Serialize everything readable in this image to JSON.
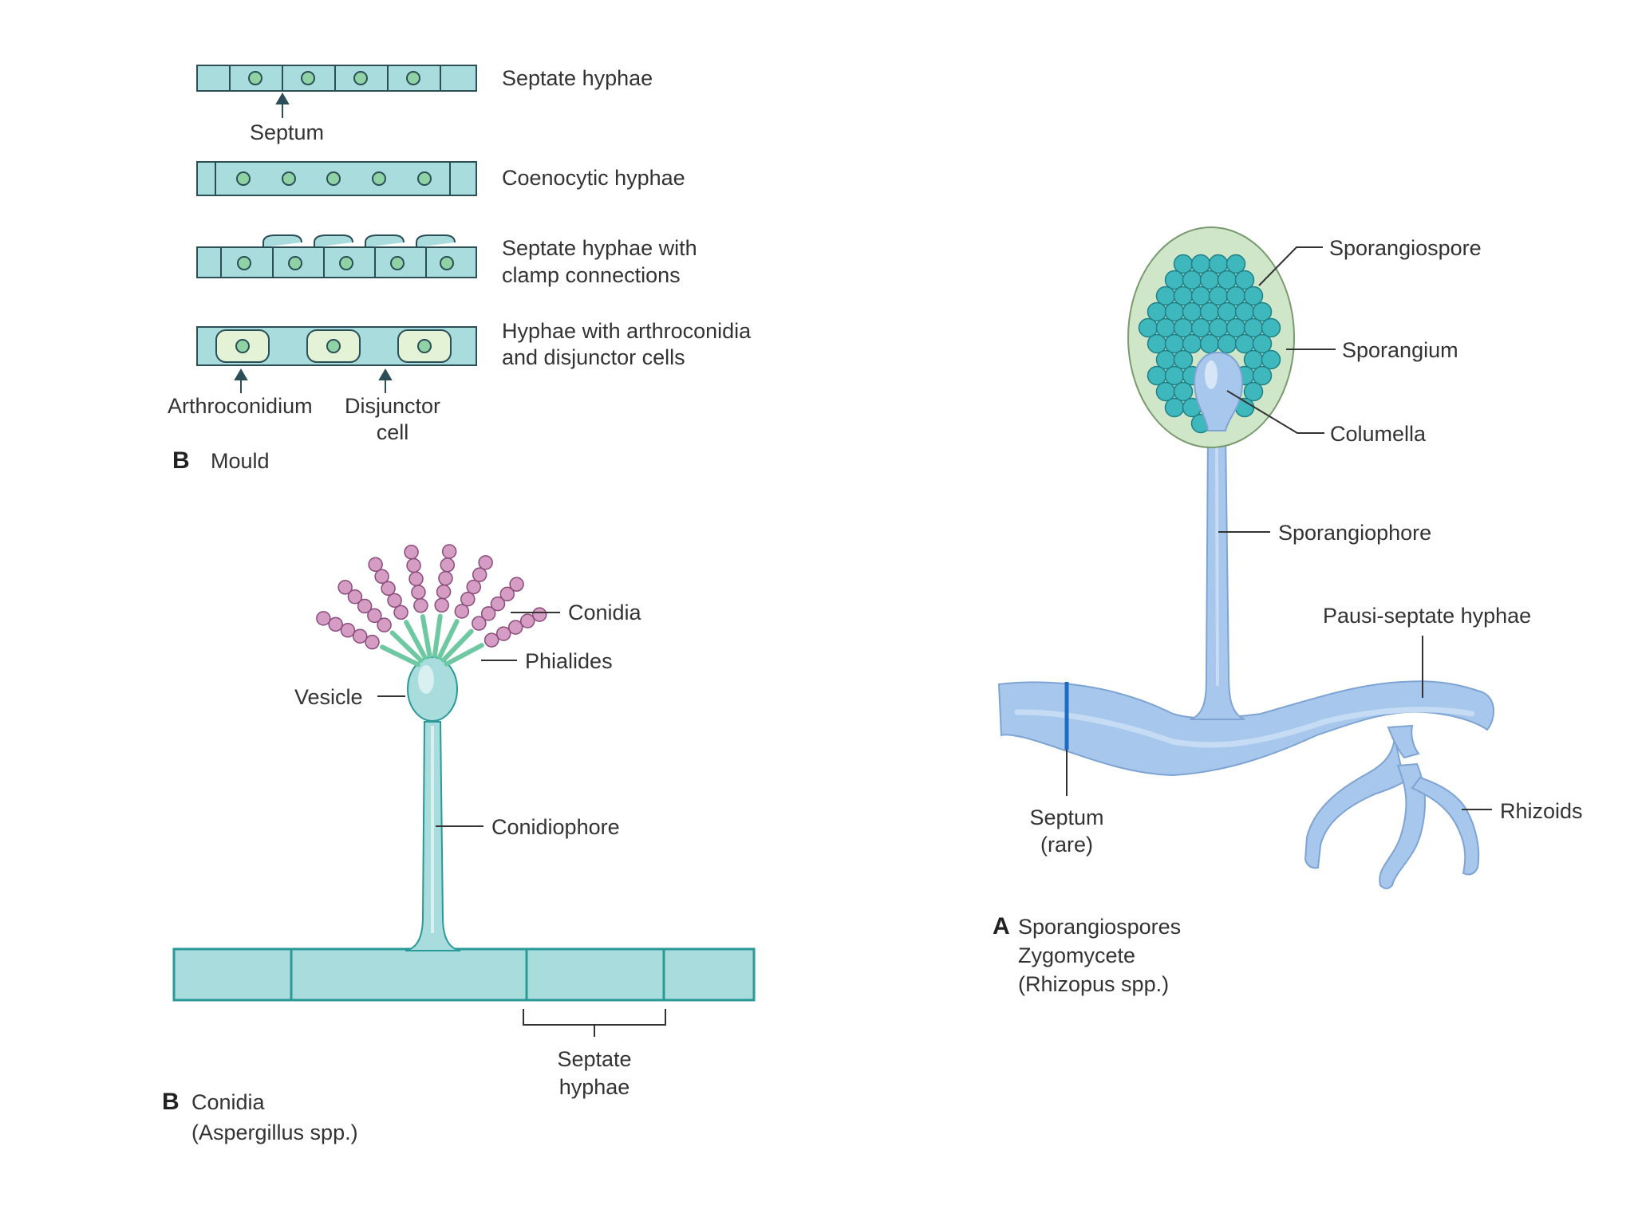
{
  "mould": {
    "rows": [
      {
        "label_lines": [
          "Septate hyphae"
        ]
      },
      {
        "label_lines": [
          "Coenocytic hyphae"
        ]
      },
      {
        "label_lines": [
          "Septate hyphae with",
          "clamp connections"
        ]
      },
      {
        "label_lines": [
          "Hyphae with arthroconidia",
          "and disjunctor cells"
        ]
      }
    ],
    "septum_label": "Septum",
    "arthroconidium_label": "Arthroconidium",
    "disjunctor_lines": [
      "Disjunctor",
      "cell"
    ],
    "panel_letter": "B",
    "panel_title": "Mould"
  },
  "conidia": {
    "labels": {
      "conidia": "Conidia",
      "phialides": "Phialides",
      "vesicle": "Vesicle",
      "conidiophore": "Conidiophore",
      "septate_lines": [
        "Septate",
        "hyphae"
      ]
    },
    "panel_letter": "B",
    "panel_lines": [
      "Conidia",
      "(Aspergillus spp.)"
    ]
  },
  "sporangio": {
    "labels": {
      "sporangiospore": "Sporangiospore",
      "sporangium": "Sporangium",
      "columella": "Columella",
      "sporangiophore": "Sporangiophore",
      "pausi": "Pausi-septate hyphae",
      "rhizoids": "Rhizoids",
      "septum_lines": [
        "Septum",
        "(rare)"
      ]
    },
    "panel_letter": "A",
    "panel_lines": [
      "Sporangiospores",
      "Zygomycete",
      "(Rhizopus spp.)"
    ]
  },
  "colors": {
    "hypha_teal": "#a9dcdc",
    "teal_dark": "#2a9a98",
    "nucleus": "#8fd3a4",
    "spore_pink": "#d59cc4",
    "phialide_green": "#6ec9a3",
    "blue_hypha": "#a8c7ec",
    "sporangium_bg": "#cfe7c8",
    "spore_teal": "#3fb8bd"
  }
}
